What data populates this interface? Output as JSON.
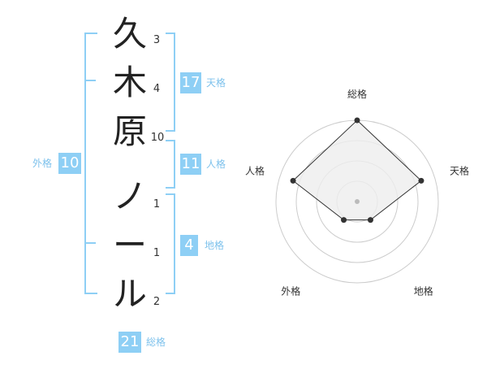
{
  "name_chars": [
    {
      "char": "久",
      "strokes": "3"
    },
    {
      "char": "木",
      "strokes": "4"
    },
    {
      "char": "原",
      "strokes": "10"
    },
    {
      "char": "ノ",
      "strokes": "1"
    },
    {
      "char": "ー",
      "strokes": "1"
    },
    {
      "char": "ル",
      "strokes": "2"
    }
  ],
  "fortune": {
    "tenkaku": {
      "value": "17",
      "label": "天格"
    },
    "jinkaku": {
      "value": "11",
      "label": "人格"
    },
    "chikaku": {
      "value": "4",
      "label": "地格"
    },
    "gaikaku": {
      "value": "10",
      "label": "外格"
    },
    "soukaku": {
      "value": "21",
      "label": "総格"
    }
  },
  "radar": {
    "axes": [
      "総格",
      "天格",
      "地格",
      "外格",
      "人格"
    ],
    "levels": 4,
    "values": [
      1.0,
      0.83,
      0.28,
      0.28,
      0.83
    ],
    "colors": {
      "fill": "#eeeeee",
      "stroke": "#333333",
      "grid": "#cccccc",
      "center": "#bbbbbb"
    }
  }
}
